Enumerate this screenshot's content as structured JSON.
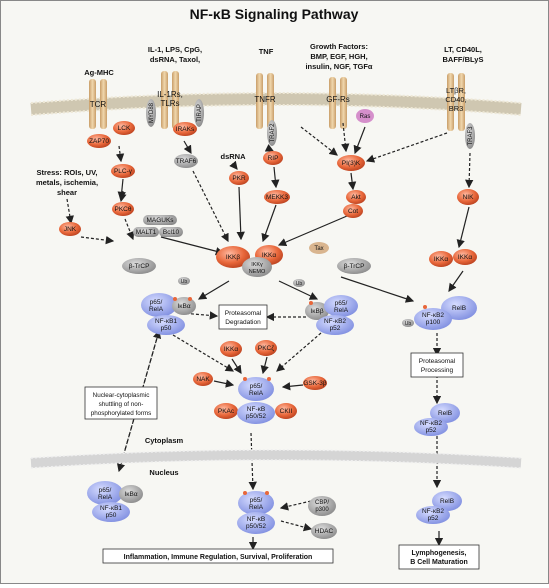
{
  "title": "NF-κB Signaling Pathway",
  "stimuli": {
    "ag_mhc": "Ag-MHC",
    "il1_line1": "IL-1, LPS, CpG,",
    "il1_line2": "dsRNA, Taxol,",
    "tnf": "TNF",
    "gf_line1": "Growth Factors:",
    "gf_line2": "BMP, EGF, HGH,",
    "gf_line3": "insulin, NGF, TGFα",
    "lt_line1": "LT, CD40L,",
    "lt_line2": "BAFF/BLyS",
    "stress_line1": "Stress: ROIs, UV,",
    "stress_line2": "metals, ischemia,",
    "stress_line3": "shear",
    "dsrna": "dsRNA"
  },
  "receptors": {
    "tcr": "TCR",
    "il1rs": "IL-1Rs,",
    "tlrs": "TLRs",
    "tnfr": "TNFR",
    "gfrs": "GF-Rs",
    "ltbr": "LTβR,",
    "cd40": "CD40,",
    "br3": "BR3"
  },
  "proteins": {
    "zap70": "ZAP70",
    "lck": "LCK",
    "plc": "PLC-γ",
    "pkcth": "PKCθ",
    "myd88": "MYD88",
    "iraks": "IRAKs",
    "tirap": "TIRAP",
    "traf6": "TRAF6",
    "traf2": "TRAF2",
    "traf3": "TRAF3",
    "ras": "Ras",
    "pi3k": "PI(3)K",
    "rip": "RIP",
    "mekk3": "MEKK3",
    "pkr": "PKR",
    "akt": "Akt",
    "cot": "Cot",
    "nik": "NIK",
    "maguks": "MAGUKs",
    "malt1": "MALT1",
    "bcl10": "Bcl10",
    "jnk": "JNK",
    "ikkb": "IKKβ",
    "ikka": "IKKα",
    "ikkg": "IKKγ",
    "nemo": "NEMO",
    "tax": "Tax",
    "btrcp1": "β-TrCP",
    "btrcp2": "β-TrCP",
    "ikka2": "IKKα",
    "ikka3": "IKKα",
    "ub": "Ub",
    "ikba": "IκBα",
    "ikbb": "IκBβ",
    "p65": "p65/",
    "rela": "RelA",
    "nfkb1": "NF-κB1",
    "p50": "p50",
    "nfkb2": "NF-κB2",
    "p52": "p52",
    "relb": "RelB",
    "p100": "p100",
    "ikka_mid": "IKKα",
    "pkcz": "PKCζ",
    "nak": "NAK",
    "gsk3b": "GSK-3β",
    "pkac": "PKAc",
    "ck2": "CKII",
    "nfkb": "NF-κB",
    "p5052": "p50/52",
    "cbp_line1": "CBP/",
    "cbp_line2": "p300",
    "hdac": "HDAC"
  },
  "boxes": {
    "proteasome1_line1": "Proteasomal",
    "proteasome1_line2": "Degradation",
    "proteasome2_line1": "Proteasomal",
    "proteasome2_line2": "Processing",
    "shuttle_line1": "Nuclear-cytoplasmic",
    "shuttle_line2": "shuttling of non-",
    "shuttle_line3": "phosphorylated forms",
    "output1": "Inflammation, Immune Regulation, Survival, Proliferation",
    "output2_line1": "Lymphogenesis,",
    "output2_line2": "B Cell Maturation"
  },
  "compartments": {
    "cytoplasm": "Cytoplasm",
    "nucleus": "Nucleus"
  },
  "colors": {
    "kinase": "#e8673a",
    "grey_protein": "#9a9a9a",
    "blue_protein": "#8f9ee6",
    "receptor": "#d8b888",
    "membrane": "#d9d3c0",
    "ras": "#d58fcb",
    "tax": "#d9b58f"
  }
}
